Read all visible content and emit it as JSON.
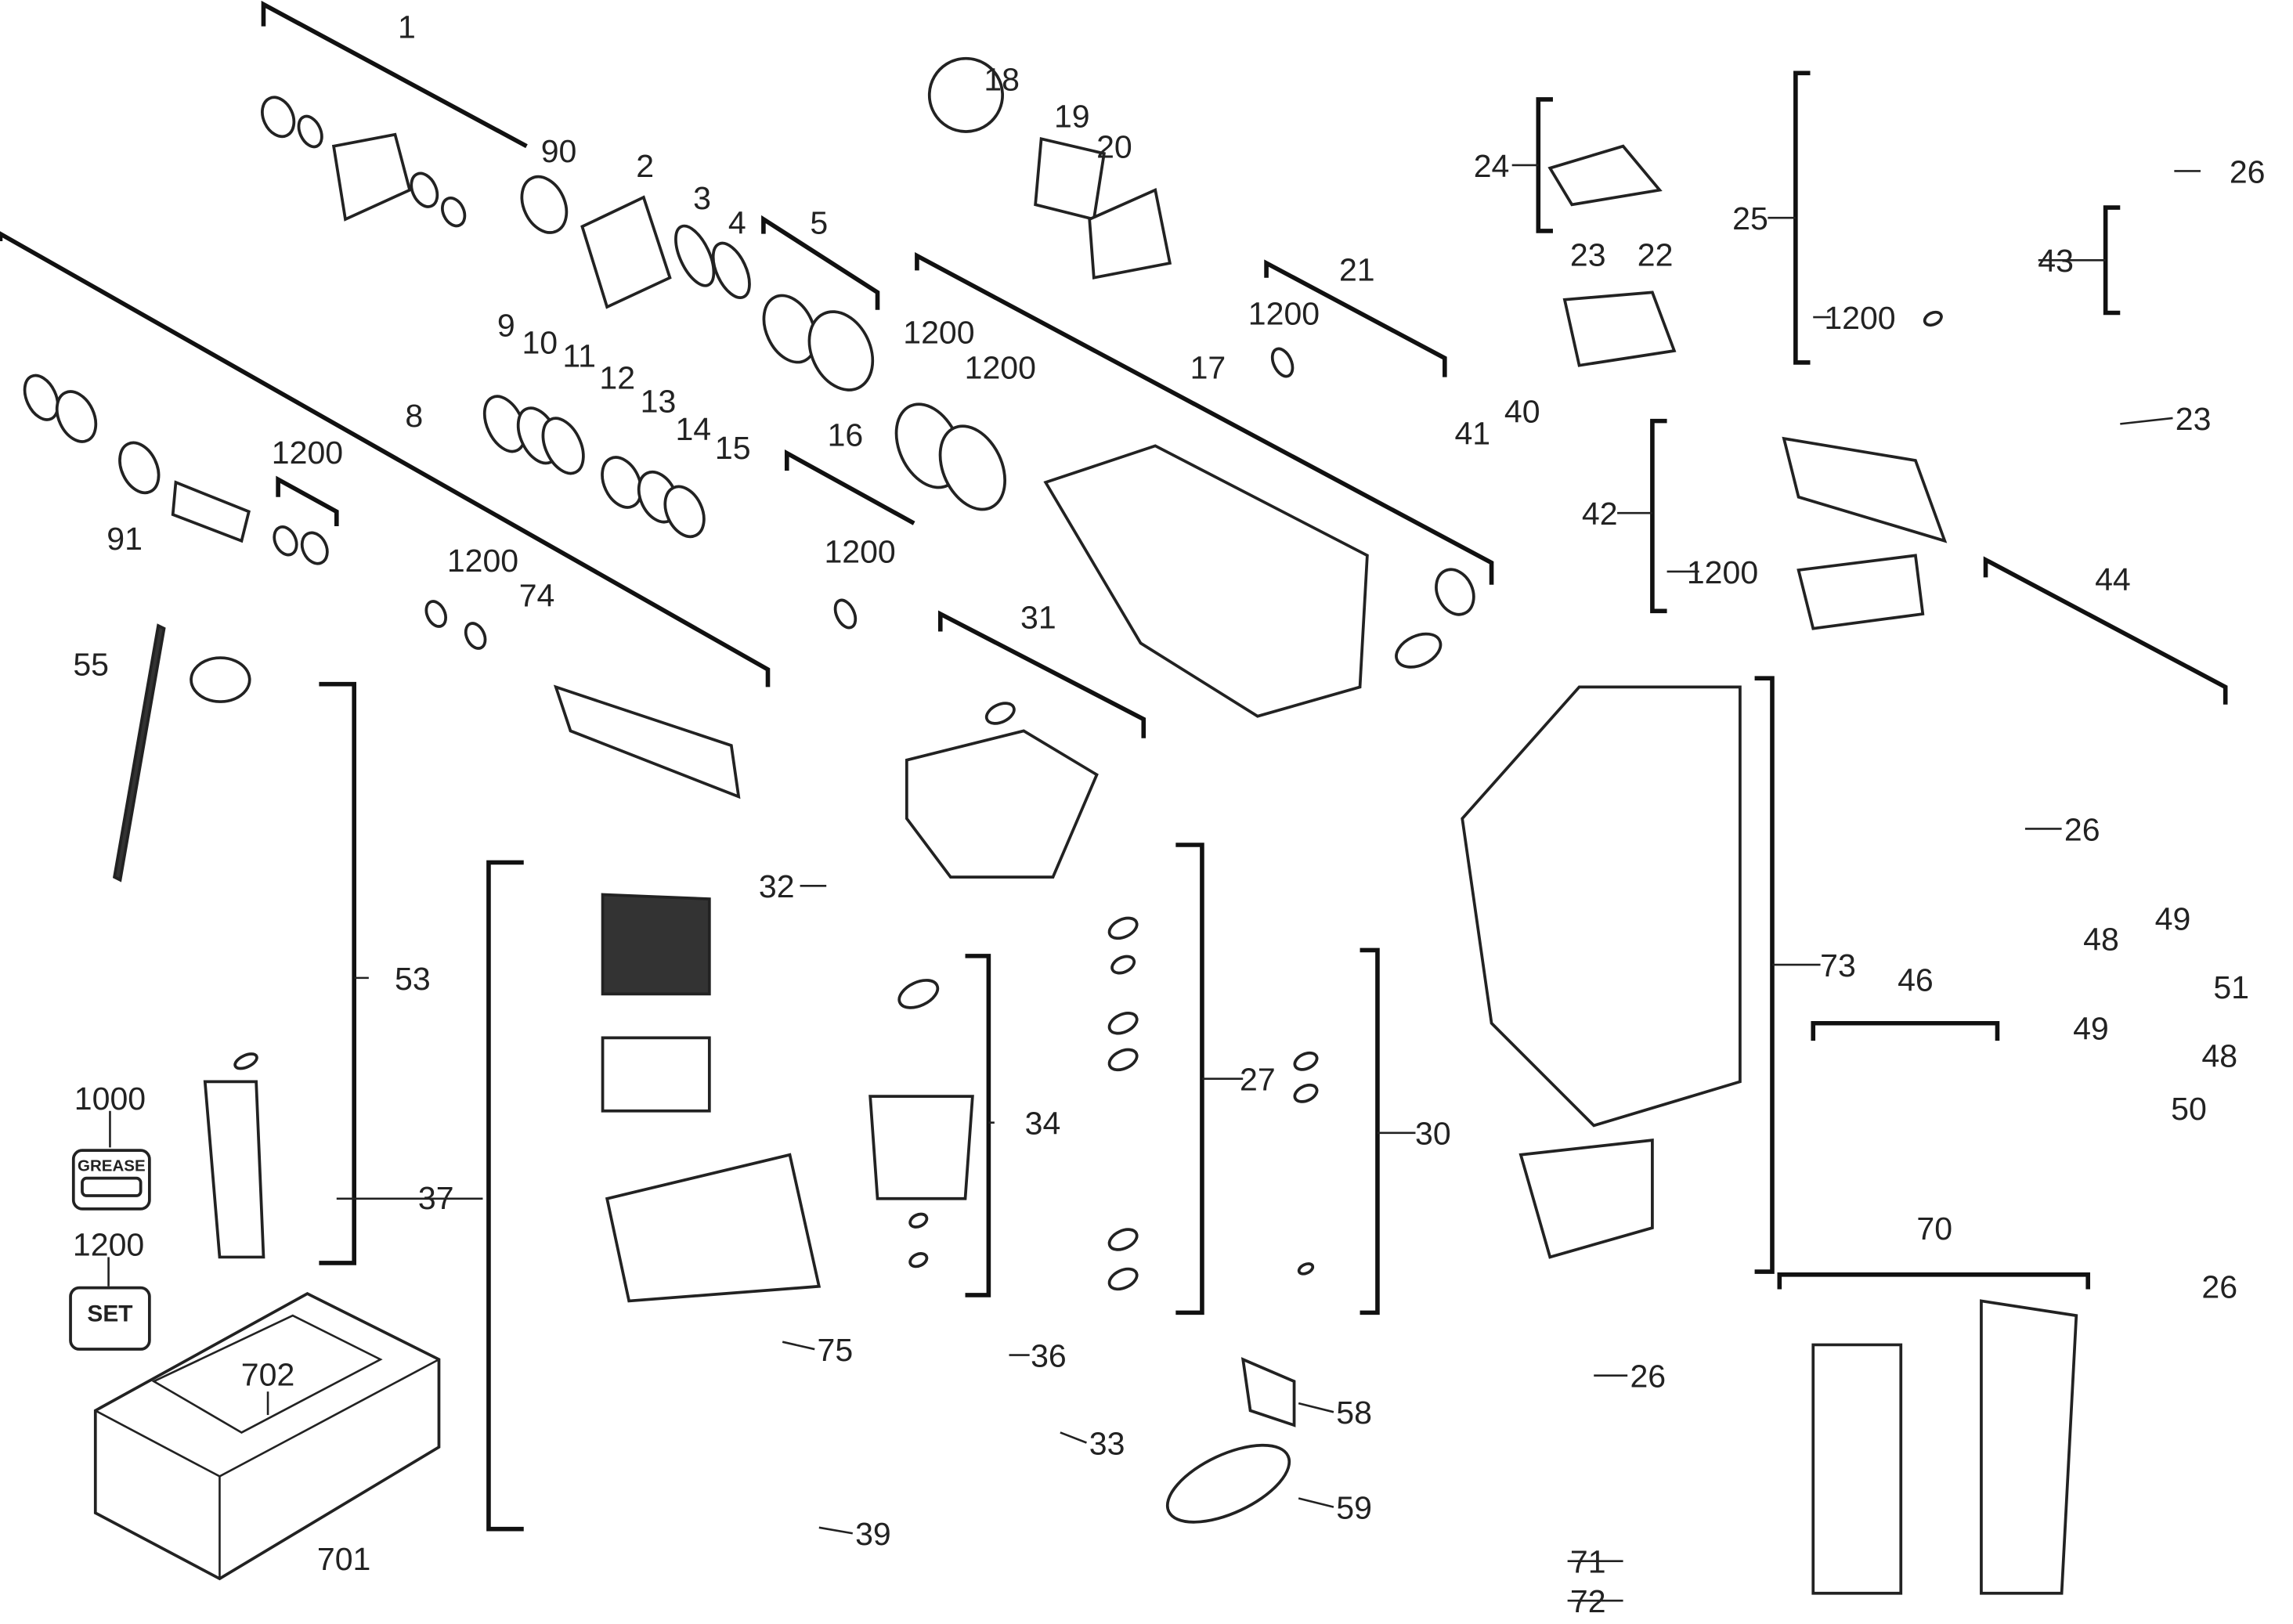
{
  "diagram": {
    "type": "exploded-parts-diagram",
    "part_labels": [
      "1",
      "90",
      "2",
      "3",
      "4",
      "5",
      "18",
      "19",
      "20",
      "1200",
      "1200",
      "17",
      "21",
      "1200",
      "24",
      "23",
      "22",
      "41",
      "40",
      "25",
      "1200",
      "26",
      "43",
      "23",
      "42",
      "1200",
      "44",
      "9",
      "10",
      "11",
      "12",
      "13",
      "14",
      "15",
      "16",
      "1200",
      "8",
      "1200",
      "91",
      "1200",
      "74",
      "55",
      "31",
      "53",
      "32",
      "37",
      "34",
      "27",
      "30",
      "73",
      "26",
      "48",
      "49",
      "51",
      "49",
      "48",
      "50",
      "46",
      "75",
      "36",
      "33",
      "39",
      "58",
      "59",
      "26",
      "70",
      "26",
      "71",
      "72",
      "1000",
      "1200",
      "702",
      "701"
    ],
    "grease_icon": {
      "number": "1000",
      "text": "GREASE"
    },
    "set_icon": {
      "number": "1200",
      "text": "SET"
    }
  }
}
